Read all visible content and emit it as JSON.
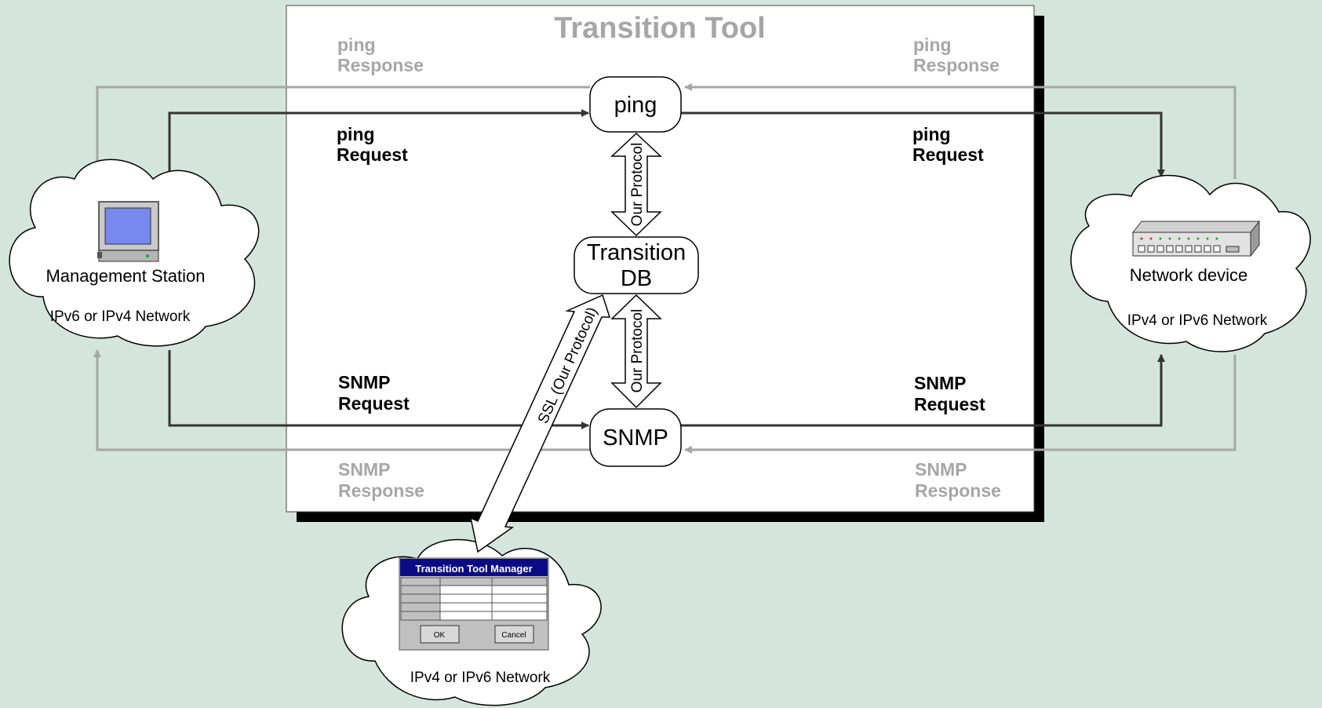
{
  "title": "Transition Tool",
  "labels": {
    "ping_response_left": [
      "ping",
      "Response"
    ],
    "ping_response_right": [
      "ping",
      "Response"
    ],
    "ping_request_left": [
      "ping",
      "Request"
    ],
    "ping_request_right": [
      "ping",
      "Request"
    ],
    "snmp_request_left": [
      "SNMP",
      "Request"
    ],
    "snmp_request_right": [
      "SNMP",
      "Request"
    ],
    "snmp_response_left": [
      "SNMP",
      "Response"
    ],
    "snmp_response_right": [
      "SNMP",
      "Response"
    ]
  },
  "nodes": {
    "ping": "ping",
    "db": [
      "Transition",
      "DB"
    ],
    "snmp": "SNMP"
  },
  "protocols": {
    "upper": "Our Protocol",
    "lower": "Our Protocol",
    "ssl": "SSL (Our Protocol)"
  },
  "clouds": {
    "left": {
      "title": "Management Station",
      "network": "IPv6 or IPv4 Network"
    },
    "right": {
      "title": "Network device",
      "network": "IPv4 or IPv6 Network"
    },
    "bottom": {
      "network": "IPv4 or IPv6 Network"
    }
  },
  "manager_window": {
    "title": "Transition Tool Manager",
    "ok": "OK",
    "cancel": "Cancel"
  },
  "colors": {
    "background": "#d3e5dc",
    "request_line": "#333333",
    "response_line": "#a6a6a6",
    "manager_titlebar": "#0b0b86"
  }
}
